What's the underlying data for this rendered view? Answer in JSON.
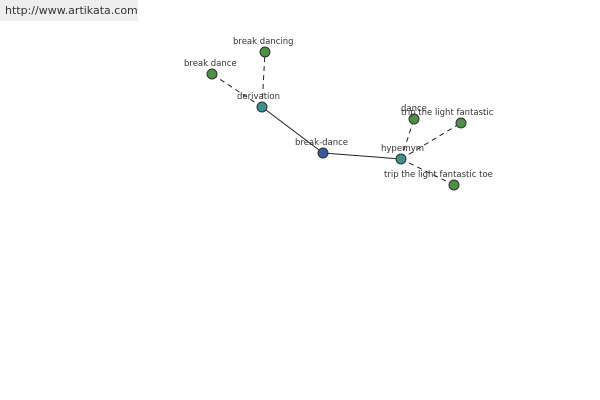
{
  "header": {
    "url": "http://www.artikata.com"
  },
  "colors": {
    "root": "#3a5a98",
    "relation": "#3f8f8f",
    "leaf": "#4e8f47"
  },
  "graph": {
    "nodes": [
      {
        "id": "root",
        "label": "break-dance",
        "kind": "root"
      },
      {
        "id": "derivation",
        "label": "derivation",
        "kind": "relation"
      },
      {
        "id": "hypernym",
        "label": "hypernym",
        "kind": "relation"
      },
      {
        "id": "break_dancing",
        "label": "break dancing",
        "kind": "leaf"
      },
      {
        "id": "break_dance",
        "label": "break dance",
        "kind": "leaf"
      },
      {
        "id": "dance",
        "label": "dance",
        "kind": "leaf"
      },
      {
        "id": "trip_fantastic",
        "label": "trip the light fantastic",
        "kind": "leaf"
      },
      {
        "id": "trip_fantastic_toe",
        "label": "trip the light fantastic toe",
        "kind": "leaf"
      }
    ],
    "edges": [
      {
        "from": "root",
        "to": "derivation",
        "style": "solid"
      },
      {
        "from": "root",
        "to": "hypernym",
        "style": "solid"
      },
      {
        "from": "derivation",
        "to": "break_dancing",
        "style": "dashed"
      },
      {
        "from": "derivation",
        "to": "break_dance",
        "style": "dashed"
      },
      {
        "from": "hypernym",
        "to": "dance",
        "style": "dashed"
      },
      {
        "from": "hypernym",
        "to": "trip_fantastic",
        "style": "dashed"
      },
      {
        "from": "hypernym",
        "to": "trip_fantastic_toe",
        "style": "dashed"
      }
    ]
  }
}
